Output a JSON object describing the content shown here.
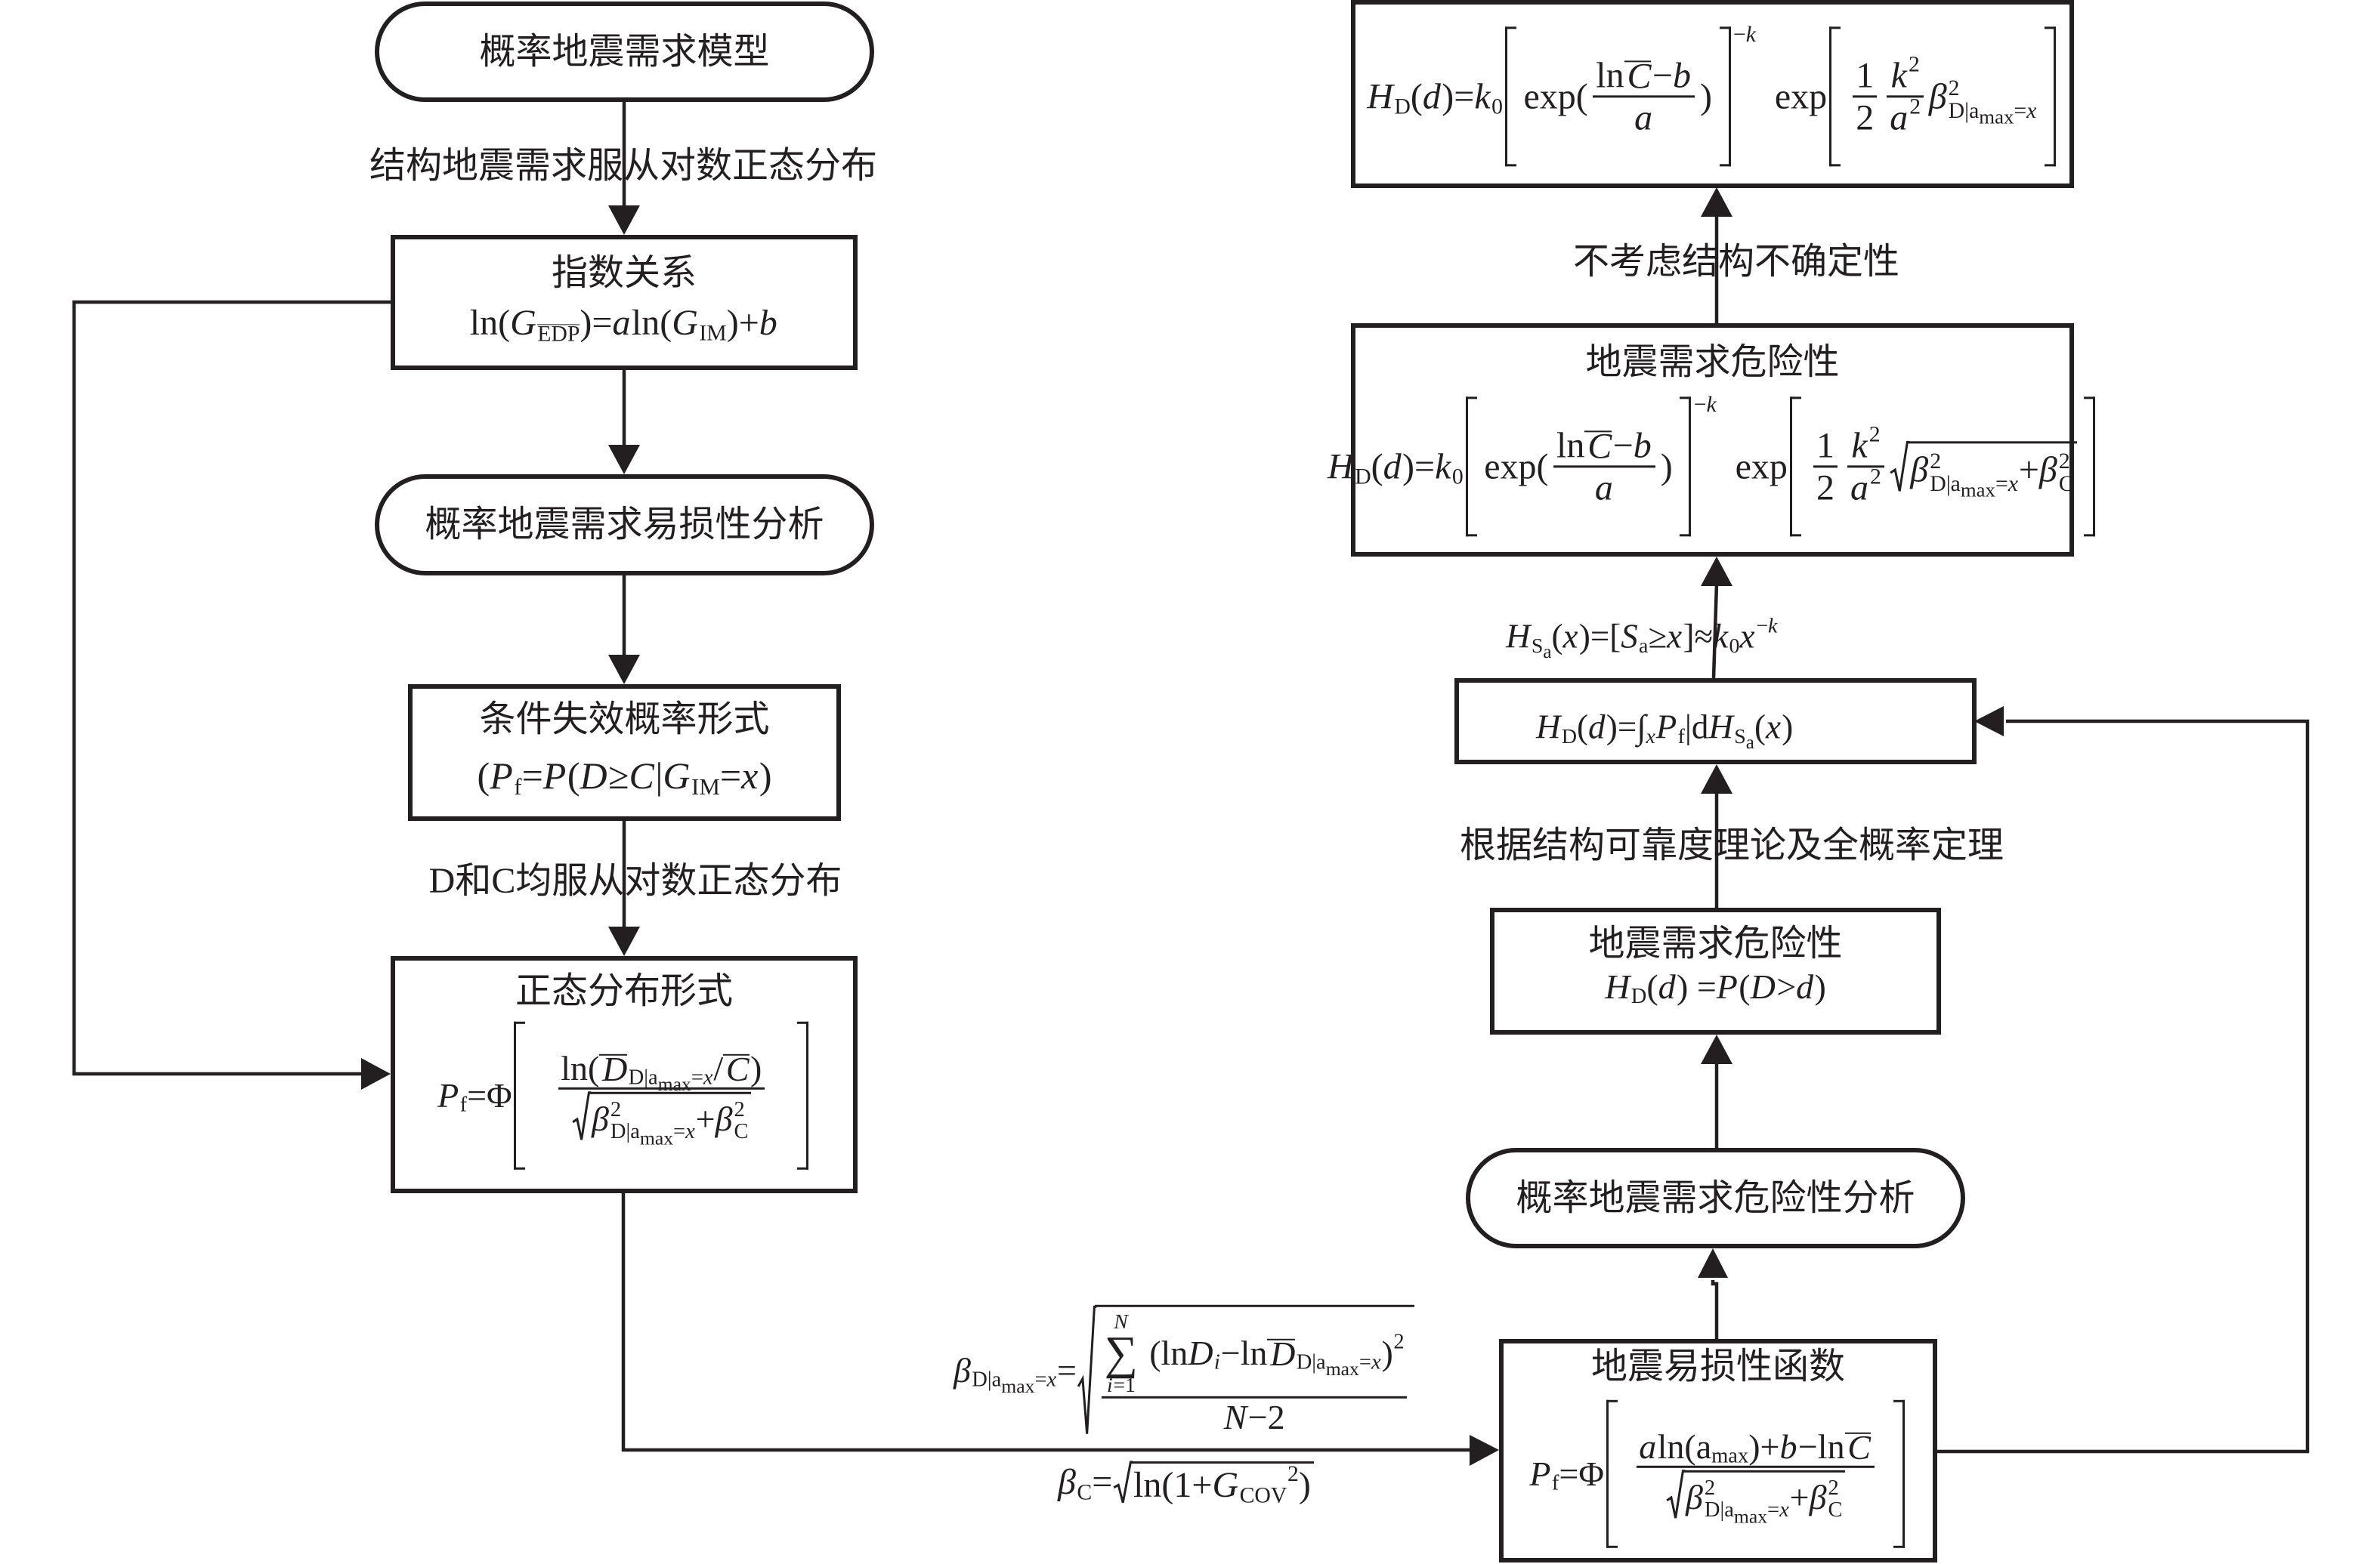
{
  "colors": {
    "ink": "#231f20",
    "paper": "#ffffff"
  },
  "left_flow": {
    "model": {
      "label": "概率地震需求模型"
    },
    "edge_lognormal_demand": "结构地震需求服从对数正态分布",
    "exponential_relation": {
      "title": "指数关系",
      "formula": [
        "ln(",
        {
          "it": "G"
        },
        {
          "sub": [
            {
              "ov": "EDP"
            }
          ]
        },
        ")=",
        {
          "it": "a"
        },
        "ln(",
        {
          "it": "G"
        },
        {
          "sub": [
            "IM"
          ]
        },
        ")+",
        {
          "it": "b"
        }
      ]
    },
    "fragility_analysis": {
      "label": "概率地震需求易损性分析"
    },
    "conditional_failure": {
      "title": "条件失效概率形式",
      "formula": [
        "(",
        {
          "it": "P"
        },
        {
          "sub": [
            "f"
          ]
        },
        "=",
        {
          "it": "P"
        },
        "(",
        {
          "it": "D"
        },
        "≥",
        {
          "it": "C"
        },
        "|",
        {
          "it": "G"
        },
        {
          "sub": [
            "IM"
          ]
        },
        "=",
        {
          "it": "x"
        },
        ")"
      ]
    },
    "edge_lognormal_dc": "D和C均服从对数正态分布",
    "normal_form": {
      "title": "正态分布形式",
      "formula": [
        {
          "it": "P"
        },
        {
          "sub": [
            "f"
          ]
        },
        "=Φ",
        {
          "brk": [
            {
              "frac": {
                "num": [
                  "ln(",
                  {
                    "ovi": "D"
                  },
                  {
                    "sub": [
                      "D|a",
                      {
                        "sub": [
                          "max"
                        ]
                      },
                      "=",
                      {
                        "it": "x"
                      }
                    ]
                  },
                  "/",
                  {
                    "ovi": "C"
                  },
                  ")"
                ],
                "den": [
                  {
                    "sqrt": [
                      {
                        "it": "β"
                      },
                      {
                        "ss": {
                          "sup": [
                            "2"
                          ],
                          "sub": [
                            "D|a",
                            {
                              "sub": [
                                "max"
                              ]
                            },
                            "=",
                            {
                              "it": "x"
                            }
                          ]
                        }
                      },
                      "+",
                      {
                        "it": "β"
                      },
                      {
                        "ss": {
                          "sup": [
                            "2"
                          ],
                          "sub": [
                            "C"
                          ]
                        }
                      }
                    ]
                  }
                ]
              }
            }
          ]
        }
      ]
    }
  },
  "dispersion_labels": {
    "beta_demand": [
      {
        "it": "β"
      },
      {
        "sub": [
          "D|a",
          {
            "sub": [
              "max"
            ]
          },
          "=",
          {
            "it": "x"
          }
        ]
      },
      "=",
      {
        "sqrt": [
          {
            "frac": {
              "num": [
                {
                  "sum": {
                    "op": "∑",
                    "top": [
                      {
                        "it": "N"
                      }
                    ],
                    "bot": [
                      {
                        "it": "i"
                      },
                      "=1"
                    ]
                  }
                },
                " (ln",
                {
                  "it": "D"
                },
                {
                  "sub": [
                    {
                      "it": "i"
                    }
                  ]
                },
                "−ln",
                {
                  "ovi": "D"
                },
                {
                  "sub": [
                    "D|a",
                    {
                      "sub": [
                        "max"
                      ]
                    },
                    "=",
                    {
                      "it": "x"
                    }
                  ]
                },
                ")",
                {
                  "sup": [
                    "2"
                  ]
                }
              ],
              "den": [
                {
                  "it": "N"
                },
                "−2"
              ]
            }
          }
        ]
      }
    ],
    "beta_capacity": [
      {
        "it": "β"
      },
      {
        "sub": [
          "C"
        ]
      },
      "=",
      {
        "sqrt": [
          "ln(1+",
          {
            "it": "G"
          },
          {
            "sub": [
              "COV"
            ]
          },
          {
            "sup": [
              "2"
            ]
          },
          ")"
        ]
      }
    ]
  },
  "right_flow": {
    "fragility_function": {
      "title": "地震易损性函数",
      "formula": [
        {
          "it": "P"
        },
        {
          "sub": [
            "f"
          ]
        },
        "=Φ",
        {
          "brk": [
            {
              "frac": {
                "num": [
                  {
                    "it": "a"
                  },
                  "ln(a",
                  {
                    "sub": [
                      "max"
                    ]
                  },
                  ")+",
                  {
                    "it": "b"
                  },
                  "−ln",
                  {
                    "ovi": "C"
                  }
                ],
                "den": [
                  {
                    "sqrt": [
                      {
                        "it": "β"
                      },
                      {
                        "ss": {
                          "sup": [
                            "2"
                          ],
                          "sub": [
                            "D|a",
                            {
                              "sub": [
                                "max"
                              ]
                            },
                            "=",
                            {
                              "it": "x"
                            }
                          ]
                        }
                      },
                      "+",
                      {
                        "it": "β"
                      },
                      {
                        "ss": {
                          "sup": [
                            "2"
                          ],
                          "sub": [
                            "C"
                          ]
                        }
                      }
                    ]
                  }
                ]
              }
            }
          ]
        }
      ]
    },
    "hazard_analysis": {
      "label": "概率地震需求危险性分析"
    },
    "hazard_definition": {
      "title": "地震需求危险性",
      "formula": [
        {
          "it": "H"
        },
        {
          "sub": [
            "D"
          ]
        },
        "(",
        {
          "it": "d"
        },
        ") =",
        {
          "it": "P"
        },
        "(",
        {
          "it": "D"
        },
        ">",
        {
          "it": "d"
        },
        ")"
      ]
    },
    "edge_reliability": "根据结构可靠度理论及全概率定理",
    "total_probability": {
      "formula": [
        {
          "it": "H"
        },
        {
          "sub": [
            "D"
          ]
        },
        "(",
        {
          "it": "d"
        },
        ")=∫",
        {
          "sub": [
            {
              "it": "x"
            }
          ]
        },
        {
          "it": "P"
        },
        {
          "sub": [
            "f"
          ]
        },
        "|d",
        {
          "it": "H"
        },
        {
          "sub": [
            "S",
            {
              "sub": [
                "a"
              ]
            }
          ]
        },
        "(",
        {
          "it": "x"
        },
        ")"
      ]
    },
    "edge_hazard_curve": [
      {
        "it": "H"
      },
      {
        "sub": [
          "S",
          {
            "sub": [
              "a"
            ]
          }
        ]
      },
      "(",
      {
        "it": "x"
      },
      ")=[",
      {
        "it": "S"
      },
      {
        "sub": [
          "a"
        ]
      },
      "≥",
      {
        "it": "x"
      },
      "]≈",
      {
        "it": "k"
      },
      {
        "sub": [
          "0"
        ]
      },
      {
        "it": "x"
      },
      {
        "sup": [
          "−",
          {
            "it": "k"
          }
        ]
      }
    ],
    "hazard_with_uncertainty": {
      "title": "地震需求危险性",
      "formula": [
        {
          "it": "H"
        },
        {
          "sub": [
            "D"
          ]
        },
        "(",
        {
          "it": "d"
        },
        ")=",
        {
          "it": "k"
        },
        {
          "sub": [
            "0"
          ]
        },
        {
          "brk": [
            "exp(",
            {
              "frac": {
                "num": [
                  "ln",
                  {
                    "ovi": "C"
                  },
                  "−",
                  {
                    "it": "b"
                  }
                ],
                "den": [
                  {
                    "it": "a"
                  }
                ]
              }
            },
            ")"
          ]
        },
        {
          "sup": [
            "−",
            {
              "it": "k"
            }
          ]
        },
        "  exp",
        {
          "brk": [
            {
              "frac": {
                "num": [
                  "1"
                ],
                "den": [
                  "2"
                ]
              }
            },
            {
              "frac": {
                "num": [
                  {
                    "it": "k"
                  },
                  {
                    "sup": [
                      "2"
                    ]
                  }
                ],
                "den": [
                  {
                    "it": "a"
                  },
                  {
                    "sup": [
                      "2"
                    ]
                  }
                ]
              }
            },
            {
              "sqrt": [
                {
                  "it": "β"
                },
                {
                  "ss": {
                    "sup": [
                      "2"
                    ],
                    "sub": [
                      "D|a",
                      {
                        "sub": [
                          "max"
                        ]
                      },
                      "=",
                      {
                        "it": "x"
                      }
                    ]
                  }
                },
                "+",
                {
                  "it": "β"
                },
                {
                  "ss": {
                    "sup": [
                      "2"
                    ],
                    "sub": [
                      "C"
                    ]
                  }
                }
              ]
            }
          ]
        }
      ]
    },
    "edge_no_uncertainty": "不考虑结构不确定性",
    "hazard_simplified": {
      "formula": [
        {
          "it": "H"
        },
        {
          "sub": [
            "D"
          ]
        },
        "(",
        {
          "it": "d"
        },
        ")=",
        {
          "it": "k"
        },
        {
          "sub": [
            "0"
          ]
        },
        {
          "brk": [
            "exp(",
            {
              "frac": {
                "num": [
                  "ln",
                  {
                    "ovi": "C"
                  },
                  "−",
                  {
                    "it": "b"
                  }
                ],
                "den": [
                  {
                    "it": "a"
                  }
                ]
              }
            },
            ")"
          ]
        },
        {
          "sup": [
            "−",
            {
              "it": "k"
            }
          ]
        },
        "  exp",
        {
          "brk": [
            {
              "frac": {
                "num": [
                  "1"
                ],
                "den": [
                  "2"
                ]
              }
            },
            {
              "frac": {
                "num": [
                  {
                    "it": "k"
                  },
                  {
                    "sup": [
                      "2"
                    ]
                  }
                ],
                "den": [
                  {
                    "it": "a"
                  },
                  {
                    "sup": [
                      "2"
                    ]
                  }
                ]
              }
            },
            {
              "it": "β"
            },
            {
              "ss": {
                "sup": [
                  "2"
                ],
                "sub": [
                  "D|a",
                  {
                    "sub": [
                      "max"
                    ]
                  },
                  "=",
                  {
                    "it": "x"
                  }
                ]
              }
            }
          ]
        }
      ]
    }
  }
}
